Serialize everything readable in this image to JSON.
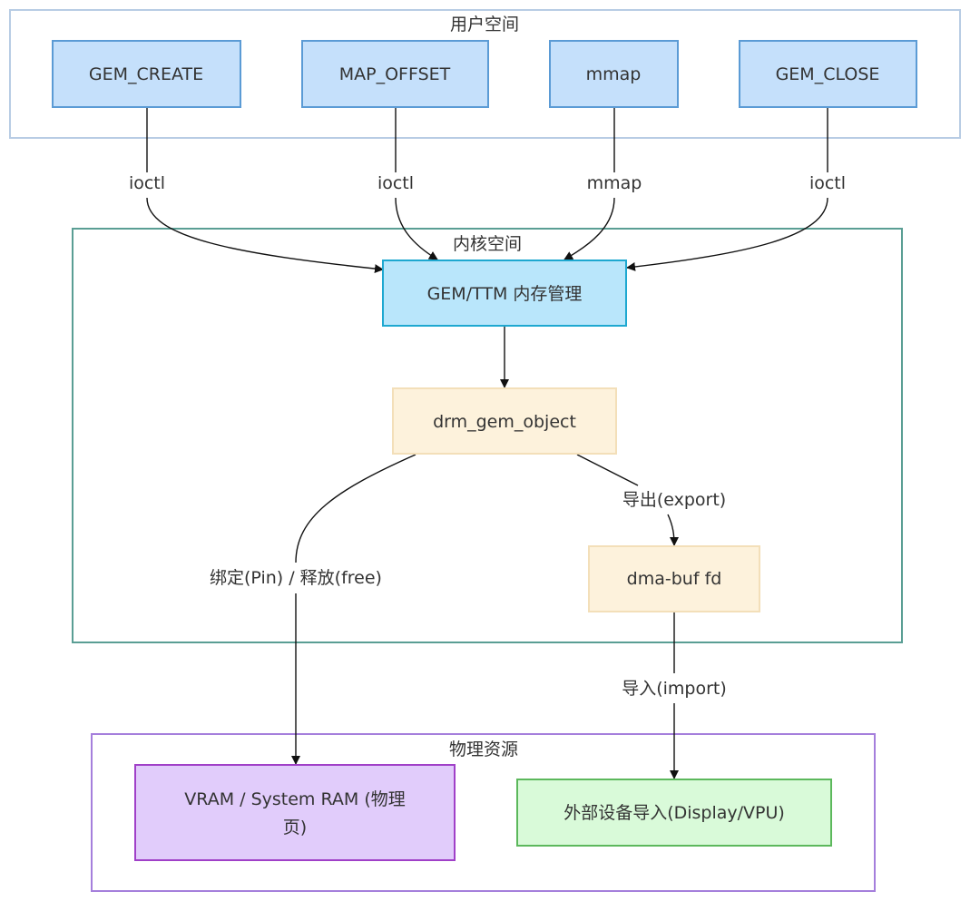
{
  "groups": {
    "user_space": {
      "title": "用户空间",
      "border": "#b8cce4"
    },
    "kernel_space": {
      "title": "内核空间",
      "border": "#5a9e94"
    },
    "physical": {
      "title": "物理资源",
      "border": "#a57fdc"
    }
  },
  "nodes": {
    "gem_create": {
      "label": "GEM_CREATE",
      "fill": "#c5e0fb",
      "stroke": "#5b9bd5"
    },
    "map_offset": {
      "label": "MAP_OFFSET",
      "fill": "#c5e0fb",
      "stroke": "#5b9bd5"
    },
    "mmap": {
      "label": "mmap",
      "fill": "#c5e0fb",
      "stroke": "#5b9bd5"
    },
    "gem_close": {
      "label": "GEM_CLOSE",
      "fill": "#c5e0fb",
      "stroke": "#5b9bd5"
    },
    "gem_ttm": {
      "label": "GEM/TTM 内存管理",
      "fill": "#b9e6fb",
      "stroke": "#1ea8d0"
    },
    "drm_gem_object": {
      "label": "drm_gem_object",
      "fill": "#fdf2dc",
      "stroke": "#f3dfb9"
    },
    "dma_buf_fd": {
      "label": "dma-buf fd",
      "fill": "#fdf2dc",
      "stroke": "#f3dfb9"
    },
    "vram": {
      "label_line1": "VRAM / System RAM (物理",
      "label_line2": "页)",
      "fill": "#e1ccfb",
      "stroke": "#a040c8"
    },
    "external": {
      "label": "外部设备导入(Display/VPU)",
      "fill": "#d9fad9",
      "stroke": "#5cb85c"
    }
  },
  "edges": {
    "create_ioctl": "ioctl",
    "offset_ioctl": "ioctl",
    "mmap_mmap": "mmap",
    "close_ioctl": "ioctl",
    "pin_free": "绑定(Pin) / 释放(free)",
    "export": "导出(export)",
    "import": "导入(import)"
  }
}
